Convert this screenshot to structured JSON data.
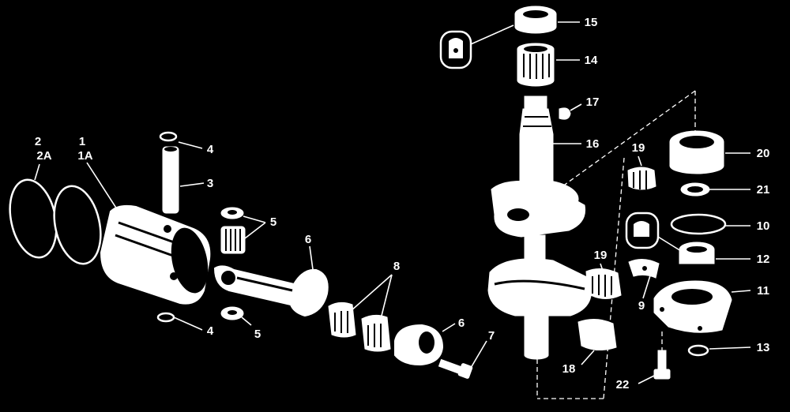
{
  "diagram": {
    "type": "exploded-parts-view",
    "labels": {
      "l1": "1",
      "l1a": "1A",
      "l2": "2",
      "l2a": "2A",
      "l3": "3",
      "l4a": "4",
      "l4b": "4",
      "l5a": "5",
      "l5b": "5",
      "l6a": "6",
      "l6b": "6",
      "l7": "7",
      "l8": "8",
      "l9": "9",
      "l10": "10",
      "l11": "11",
      "l12": "12",
      "l13": "13",
      "l14": "14",
      "l15": "15",
      "l16": "16",
      "l17": "17",
      "l18": "18",
      "l19a": "19",
      "l19b": "19",
      "l20": "20",
      "l21": "21",
      "l22": "22"
    },
    "colors": {
      "background": "#000000",
      "ink": "#ffffff"
    }
  }
}
